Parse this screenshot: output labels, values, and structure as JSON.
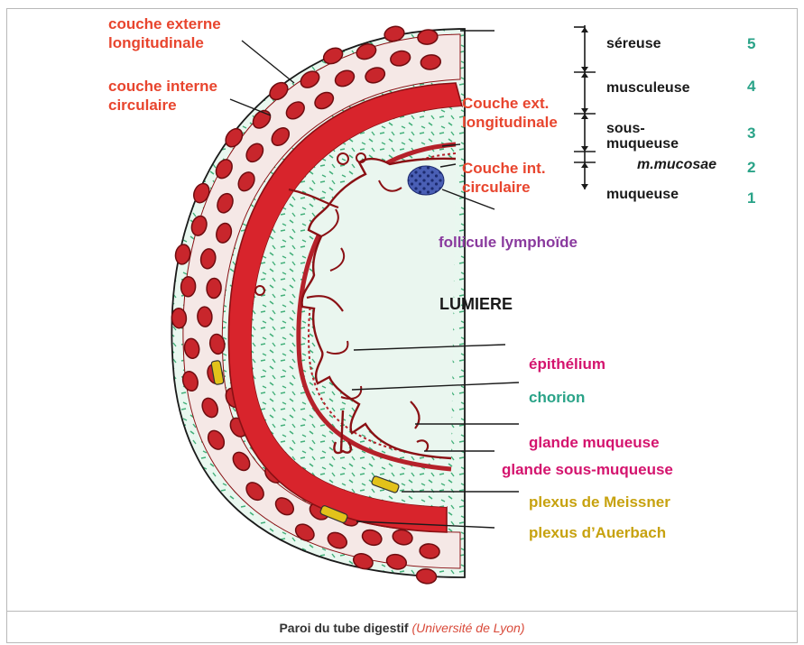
{
  "labels": {
    "couche_externe": "couche externe\nlongitudinale",
    "couche_interne": "couche interne\ncirculaire",
    "couche_ext_long": "Couche ext.\nlongitudinale",
    "couche_int_circ": "Couche int.\ncirculaire",
    "follicule": "follicule lymphoïde",
    "lumiere": "LUMIERE",
    "epithelium": "épithélium",
    "chorion": "chorion",
    "glande_muqueuse": "glande muqueuse",
    "glande_sous_muqueuse": "glande sous-muqueuse",
    "plexus_meissner": "plexus de Meissner",
    "plexus_auerbach": "plexus d’Auerbach"
  },
  "layers": [
    {
      "name": "séreuse",
      "number": "5"
    },
    {
      "name": "musculeuse",
      "number": "4"
    },
    {
      "name": "sous-\nmuqueuse",
      "number": "3"
    },
    {
      "name": "m.mucosae",
      "number": "2"
    },
    {
      "name": "muqueuse",
      "number": "1"
    }
  ],
  "caption": {
    "main": "Paroi du tube digestif",
    "sub": "(Université de Lyon)"
  },
  "colors": {
    "muscle_red": "#d8242c",
    "muscle_dark": "#8a1014",
    "tissue_green": "#e6f5ec",
    "fiber_green": "#43b07a",
    "follicle_blue": "#2a3f8f",
    "plexus_yellow": "#e2c21a"
  }
}
